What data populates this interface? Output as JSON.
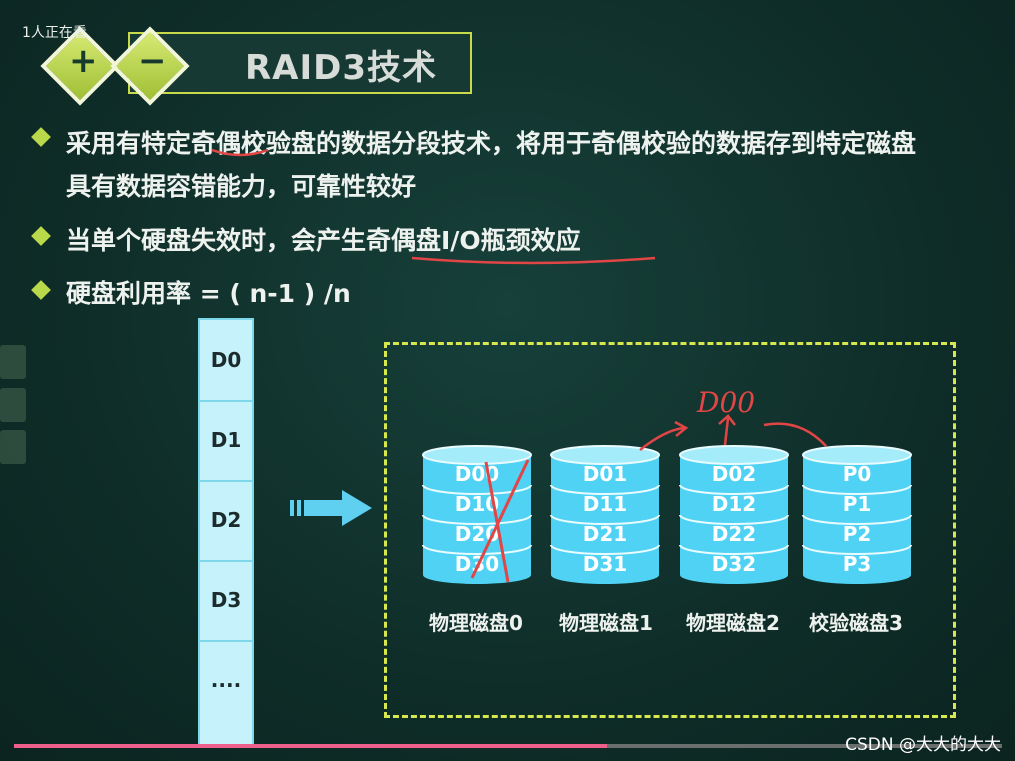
{
  "overlay": {
    "viewer_count": "1人正在看"
  },
  "title": {
    "plus_symbol": "+",
    "minus_symbol": "−",
    "text": "RAID3技术"
  },
  "bullets": [
    {
      "line1": "采用有特定奇偶校验盘的数据分段技术，将用于奇偶校验的数据存到特定磁盘",
      "line2": "具有数据容错能力，可靠性较好"
    },
    {
      "line1": "当单个硬盘失效时，会产生奇偶盘I/O瓶颈效应"
    },
    {
      "line1": "硬盘利用率 = ( n-1 ) /n"
    }
  ],
  "data_column": [
    "D0",
    "D1",
    "D2",
    "D3",
    "...."
  ],
  "disks": [
    {
      "label": "物理磁盘0",
      "blocks": [
        "D00",
        "D10",
        "D20",
        "D30"
      ]
    },
    {
      "label": "物理磁盘1",
      "blocks": [
        "D01",
        "D11",
        "D21",
        "D31"
      ]
    },
    {
      "label": "物理磁盘2",
      "blocks": [
        "D02",
        "D12",
        "D22",
        "D32"
      ]
    },
    {
      "label": "校验磁盘3",
      "blocks": [
        "P0",
        "P1",
        "P2",
        "P3"
      ]
    }
  ],
  "annotation": {
    "handwritten": "D00"
  },
  "player": {
    "progress": 0.6,
    "watermark": "CSDN @大大的大大"
  },
  "colors": {
    "accent": "#c8d94a",
    "cylinder": "#4fd2f3",
    "annotation": "#e24545",
    "progress": "#ef5f8b"
  }
}
